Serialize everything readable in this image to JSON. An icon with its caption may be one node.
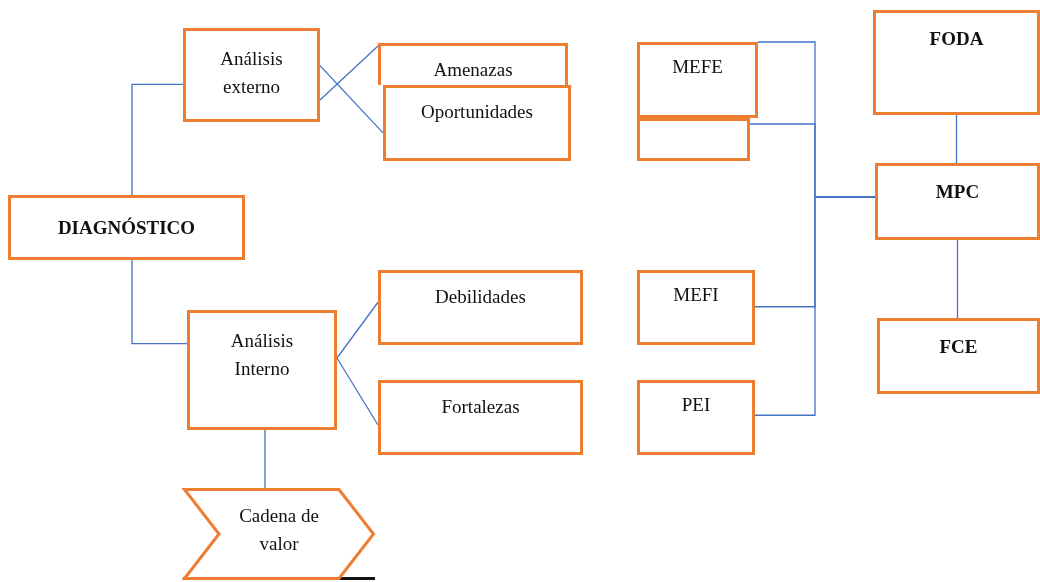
{
  "diagram": {
    "nodes": [
      {
        "text": [
          "DIAGNÓSTICO"
        ]
      },
      {
        "text": [
          "Análisis externo"
        ]
      },
      {
        "text": [
          "Amenazas"
        ]
      },
      {
        "text": [
          "Oportunidades"
        ]
      },
      {
        "text": [
          "MEFE"
        ]
      },
      {
        "text": [],
        "shape": "box"
      },
      {
        "text": [
          "Análisis Interno"
        ]
      },
      {
        "text": [
          "Debilidades"
        ]
      },
      {
        "text": [
          "Fortalezas"
        ]
      },
      {
        "text": [
          "MEFI"
        ]
      },
      {
        "text": [
          "PEI"
        ]
      },
      {
        "text": [
          "FODA"
        ]
      },
      {
        "text": [
          "MPC"
        ]
      },
      {
        "text": [
          "FCE"
        ]
      },
      {
        "text": [
          "Cadena de valor"
        ]
      }
    ],
    "edges": [
      {
        "from": 0,
        "to": 1,
        "arrow": "none"
      },
      {
        "from": 0,
        "to": 6,
        "arrow": "none"
      },
      {
        "from": 1,
        "to": 2,
        "arrow": "none"
      },
      {
        "from": 1,
        "to": 3,
        "arrow": "none"
      },
      {
        "from": 6,
        "to": 7,
        "arrow": "none"
      },
      {
        "from": 6,
        "to": 8,
        "arrow": "none"
      },
      {
        "from": 6,
        "to": 14,
        "arrow": "none"
      },
      {
        "from": 4,
        "to": 12,
        "arrow": "none"
      },
      {
        "from": 5,
        "to": 12,
        "arrow": "none"
      },
      {
        "from": 9,
        "to": 12,
        "arrow": "none"
      },
      {
        "from": 10,
        "to": 12,
        "arrow": "none"
      },
      {
        "from": 11,
        "to": 12,
        "arrow": "none"
      },
      {
        "from": 12,
        "to": 13,
        "arrow": "none"
      }
    ]
  }
}
